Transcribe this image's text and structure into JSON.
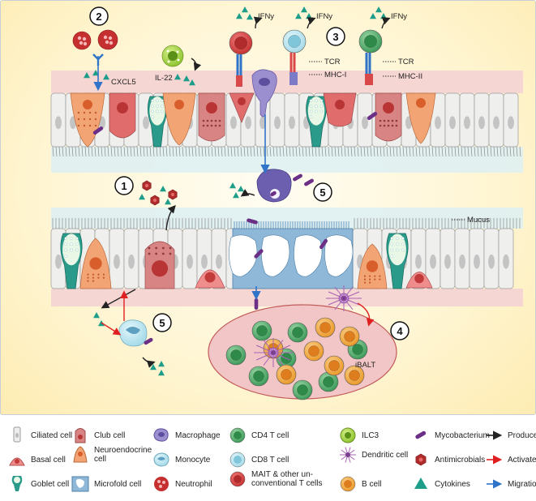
{
  "labels": {
    "cxcl5": "CXCL5",
    "il22": "IL-22",
    "ifny": "IFNy",
    "tcr": "TCR",
    "mhc1": "MHC-I",
    "mhc2": "MHC-II",
    "mucus": "Mucus",
    "ibalt": "iBALT"
  },
  "numbers": [
    "1",
    "2",
    "3",
    "4",
    "5"
  ],
  "legend": [
    {
      "id": "ciliated",
      "label": "Ciliated cell"
    },
    {
      "id": "basal",
      "label": "Basal cell"
    },
    {
      "id": "goblet",
      "label": "Goblet cell"
    },
    {
      "id": "club",
      "label": "Club cell"
    },
    {
      "id": "neuro",
      "label": "Neuroendocrine cell"
    },
    {
      "id": "microfold",
      "label": "Microfold cell"
    },
    {
      "id": "macrophage",
      "label": "Macrophage"
    },
    {
      "id": "monocyte",
      "label": "Monocyte"
    },
    {
      "id": "neutrophil",
      "label": "Neutrophil"
    },
    {
      "id": "cd4",
      "label": "CD4 T cell"
    },
    {
      "id": "cd8",
      "label": "CD8 T cell"
    },
    {
      "id": "mait",
      "label": "MAIT & other un-conventional T cells"
    },
    {
      "id": "ilc3",
      "label": "ILC3"
    },
    {
      "id": "dendritic",
      "label": "Dendritic cell"
    },
    {
      "id": "bcell",
      "label": "B cell"
    },
    {
      "id": "myco",
      "label": "Mycobacterium"
    },
    {
      "id": "antimicrobial",
      "label": "Antimicrobials"
    },
    {
      "id": "cytokine",
      "label": "Cytokines"
    },
    {
      "id": "produce",
      "label": "Produce"
    },
    {
      "id": "activate",
      "label": "Activate"
    },
    {
      "id": "migration",
      "label": "Migration"
    }
  ]
}
